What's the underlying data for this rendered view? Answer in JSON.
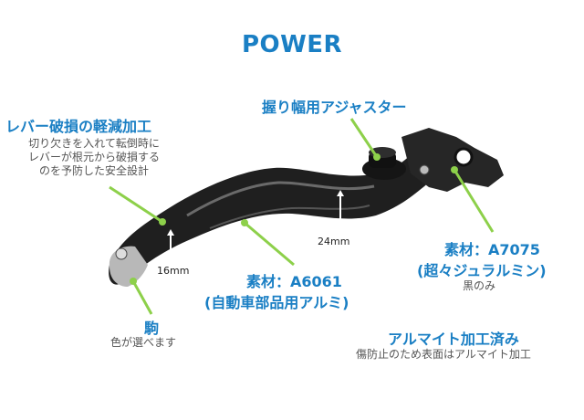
{
  "title": "POWER",
  "features": {
    "breakaway": {
      "heading": "レバー破損の軽減加工",
      "lines": [
        "切り欠きを入れて転倒時に",
        "レバーが根元から破損する",
        "のを予防した安全設計"
      ]
    },
    "adjuster": {
      "heading": "握り幅用アジャスター"
    },
    "material_a6061": {
      "heading_1": "素材：A6061",
      "heading_2": "(自動車部品用アルミ)"
    },
    "material_a7075": {
      "heading_1": "素材：A7075",
      "heading_2": "(超々ジュラルミン)",
      "note": "黒のみ"
    },
    "pivot": {
      "heading": "駒",
      "note": "色が選べます"
    },
    "anodize": {
      "heading": "アルマイト加工済み",
      "note": "傷防止のため表面はアルマイト加工"
    }
  },
  "dimensions": {
    "tip": "16mm",
    "mid": "24mm"
  },
  "colors": {
    "accent": "#1a7fc4",
    "pointer": "#8dd04a",
    "lever": "#1f1f1f"
  }
}
